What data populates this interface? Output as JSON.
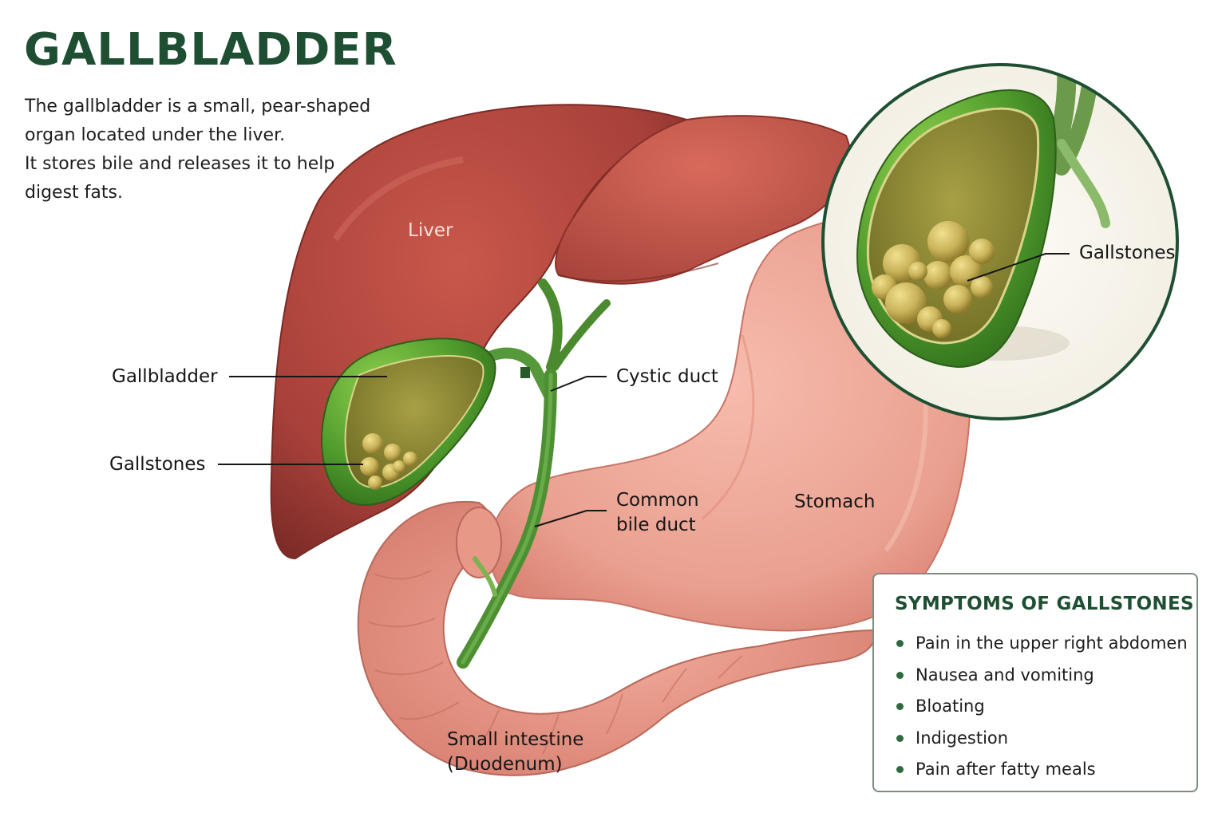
{
  "header": {
    "title": "GALLBLADDER",
    "description_lines": [
      "The gallbladder is a small, pear-shaped",
      "organ located under the liver.",
      "It stores bile and releases it to help",
      "digest fats."
    ]
  },
  "labels": {
    "liver": "Liver",
    "gallbladder": "Gallbladder",
    "gallstones": "Gallstones",
    "cystic_duct": "Cystic duct",
    "common_bile_duct": [
      "Common",
      "bile duct"
    ],
    "stomach": "Stomach",
    "small_intestine": [
      "Small intestine",
      "(Duodenum)"
    ],
    "inset_gallstones": "Gallstones"
  },
  "symptoms": {
    "title": "SYMPTOMS OF GALLSTONES",
    "items": [
      "Pain in the upper right abdomen",
      "Nausea and vomiting",
      "Bloating",
      "Indigestion",
      "Pain after fatty meals"
    ]
  },
  "colors": {
    "title_green": "#1f4f33",
    "liver": "#b5493f",
    "stomach": "#eaa08f",
    "gallbladder": "#4f9a2c",
    "bile": "#8a8a2a",
    "stone": "#c9b35a",
    "inset_border": "#1f4f33",
    "box_border": "#7c8c7f"
  }
}
